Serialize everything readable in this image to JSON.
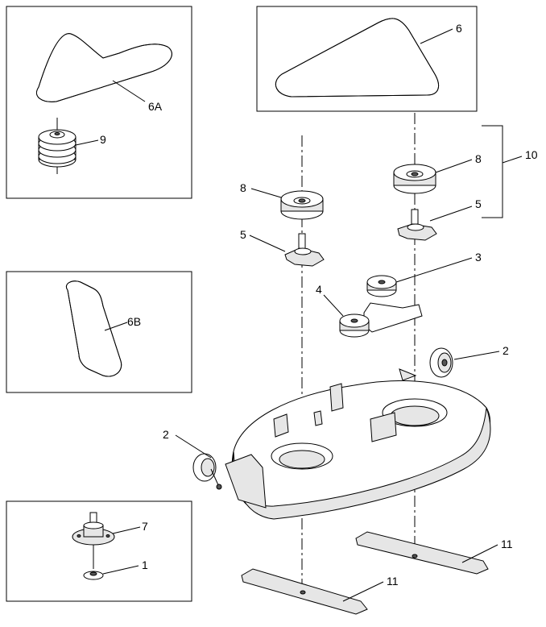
{
  "callouts": {
    "belt_6": "6",
    "belt_6a": "6A",
    "belt_6b": "6B",
    "pulley_9": "9",
    "pulley_8_left": "8",
    "pulley_8_right": "8",
    "spindle_5_left": "5",
    "spindle_5_right": "5",
    "assembly_10": "10",
    "idler_3": "3",
    "idler_bracket_4": "4",
    "wheel_2_right": "2",
    "wheel_2_left": "2",
    "spindle_7": "7",
    "bolt_1": "1",
    "blade_11_right": "11",
    "blade_11_left": "11"
  }
}
